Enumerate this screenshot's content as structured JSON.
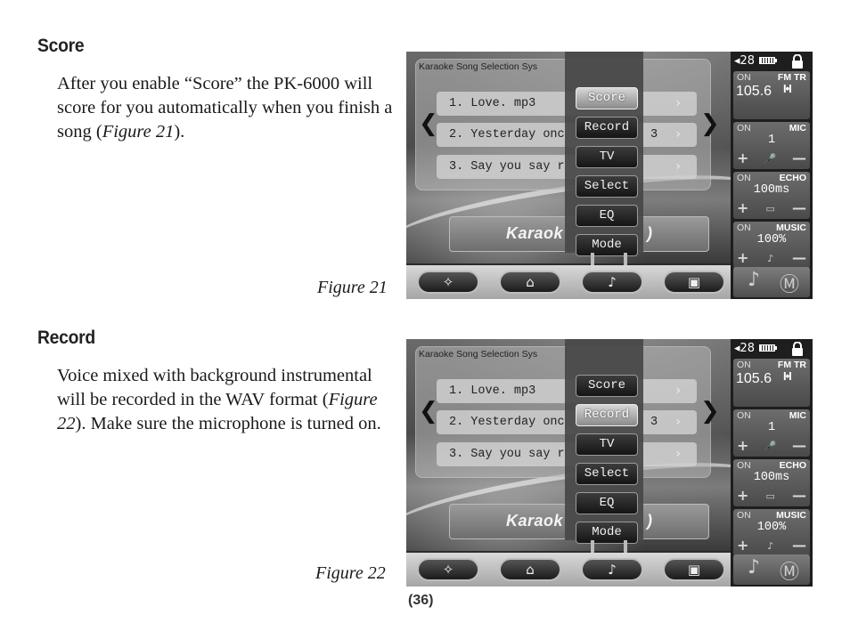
{
  "sections": [
    {
      "heading": "Score",
      "body_before": "After you enable “Score” the PK-6000 will score for you automatically when you finish a song (",
      "figure_ref": "Figure 21",
      "body_after": ").",
      "figure_label": "Figure 21"
    },
    {
      "heading": "Record",
      "body_before": "Voice mixed with background instrumental will be recorded in the WAV format (",
      "figure_ref": "Figure 22",
      "body_after": "). Make sure the microphone is turned on.",
      "figure_label": "Figure 22"
    }
  ],
  "page_number": "(36)",
  "screens": [
    {
      "system_title": "Karaoke Song Selection Sys",
      "songs": [
        "1. Love. mp3",
        "2. Yesterday onc",
        "3. Say you say r"
      ],
      "song2_tail": "3",
      "karaoke_label": "Karaok",
      "karaoke_tail": ")",
      "menu": [
        "Score",
        "Record",
        "TV",
        "Select",
        "EQ",
        "Mode"
      ],
      "active_menu": "Score",
      "status": {
        "volume": "◂28",
        "lock_icon": "lock-icon"
      },
      "fm": {
        "on": "ON",
        "label": "FM TR",
        "freq": "105.6",
        "signal": "I•I"
      },
      "mic": {
        "on": "ON",
        "label": "MIC",
        "value": "1"
      },
      "echo": {
        "on": "ON",
        "label": "ECHO",
        "value": "100ms"
      },
      "music": {
        "on": "ON",
        "label": "MUSIC",
        "value": "100%"
      },
      "controls": {
        "plus": "+",
        "minus": "—"
      },
      "toolbar_icons": [
        "score-icon",
        "record-icon",
        "music-note-icon",
        "next-icon"
      ],
      "toolbar_glyphs": [
        "✧",
        "⌂",
        "♪",
        "▣"
      ],
      "corner_glyphs": [
        "♪",
        "Ⓜ"
      ]
    },
    {
      "system_title": "Karaoke Song Selection Sys",
      "songs": [
        "1. Love. mp3",
        "2. Yesterday onc",
        "3. Say you say r"
      ],
      "song2_tail": "3",
      "karaoke_label": "Karaok",
      "karaoke_tail": ")",
      "menu": [
        "Score",
        "Record",
        "TV",
        "Select",
        "EQ",
        "Mode"
      ],
      "active_menu": "Record",
      "status": {
        "volume": "◂28",
        "lock_icon": "lock-icon"
      },
      "fm": {
        "on": "ON",
        "label": "FM TR",
        "freq": "105.6",
        "signal": "I•I"
      },
      "mic": {
        "on": "ON",
        "label": "MIC",
        "value": "1"
      },
      "echo": {
        "on": "ON",
        "label": "ECHO",
        "value": "100ms"
      },
      "music": {
        "on": "ON",
        "label": "MUSIC",
        "value": "100%"
      },
      "controls": {
        "plus": "+",
        "minus": "—"
      },
      "toolbar_icons": [
        "score-icon",
        "record-icon",
        "music-note-icon",
        "next-icon"
      ],
      "toolbar_glyphs": [
        "✧",
        "⌂",
        "♪",
        "▣"
      ],
      "corner_glyphs": [
        "♪",
        "Ⓜ"
      ]
    }
  ]
}
